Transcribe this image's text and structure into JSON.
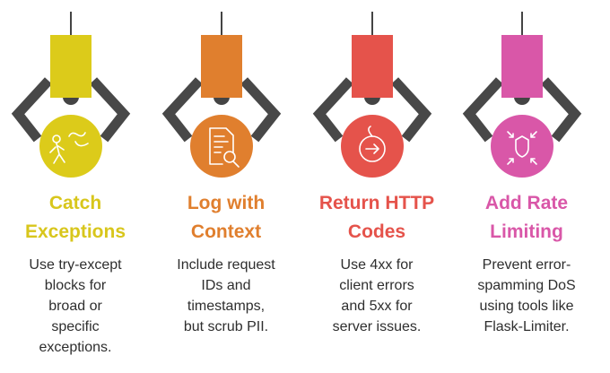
{
  "steps": [
    {
      "title": [
        "Catch",
        "Exceptions"
      ],
      "desc": [
        "Use try-except",
        "blocks for",
        "broad or",
        "specific",
        "exceptions."
      ],
      "color": "#dccb1a",
      "text_color": "#d8c61c",
      "icon": "person-escaping-icon"
    },
    {
      "title": [
        "Log with",
        "Context"
      ],
      "desc": [
        "Include request",
        "IDs and",
        "timestamps,",
        "but scrub PII."
      ],
      "color": "#e07f2e",
      "text_color": "#e07f2e",
      "icon": "document-search-icon"
    },
    {
      "title": [
        "Return HTTP",
        "Codes"
      ],
      "desc": [
        "Use 4xx for",
        "client errors",
        "and 5xx for",
        "server issues."
      ],
      "color": "#e5534b",
      "text_color": "#e5534b",
      "icon": "return-arrow-icon"
    },
    {
      "title": [
        "Add Rate",
        "Limiting"
      ],
      "desc": [
        "Prevent error-",
        "spamming DoS",
        "using tools like",
        "Flask-Limiter."
      ],
      "color": "#d957a8",
      "text_color": "#d957a8",
      "icon": "shield-limit-icon"
    }
  ]
}
